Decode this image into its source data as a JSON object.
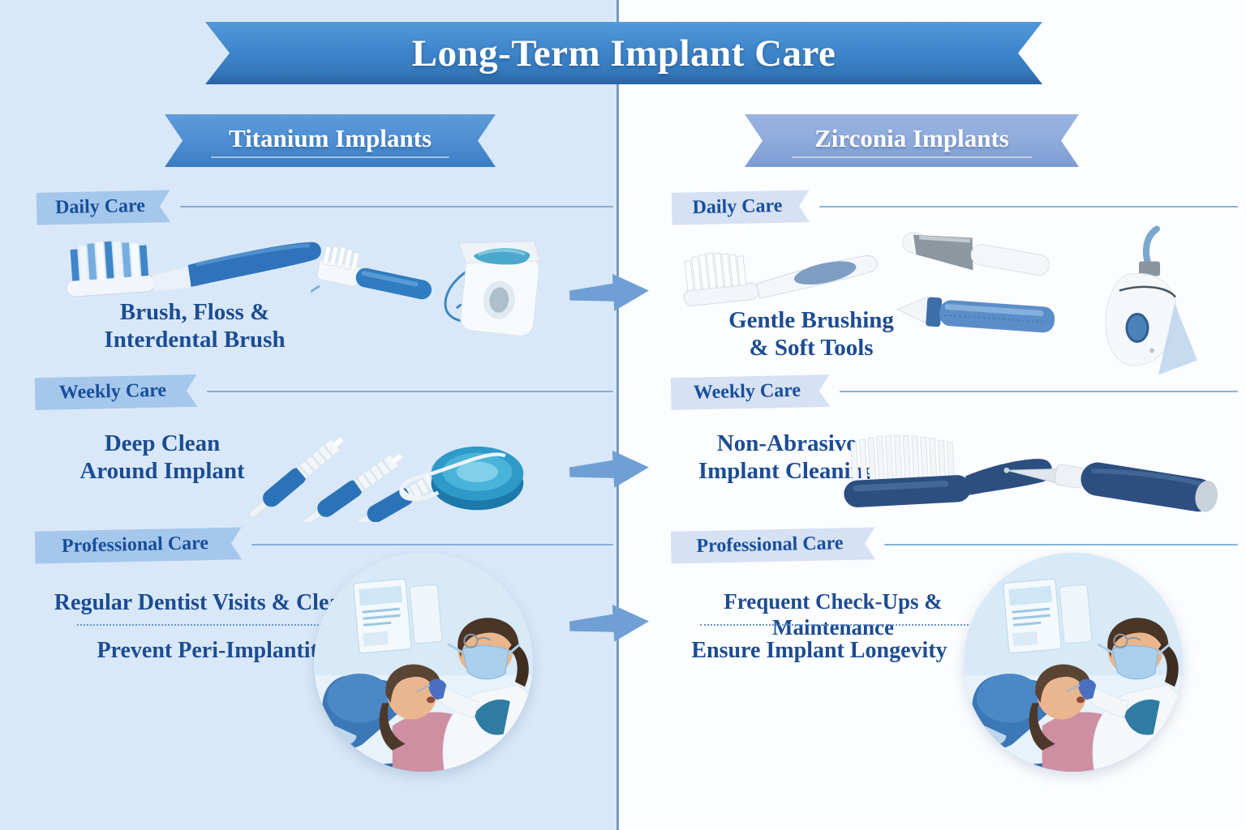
{
  "page": {
    "title": "Long-Term Implant Care"
  },
  "columns": {
    "left": {
      "title": "Titanium Implants",
      "sections": {
        "daily": {
          "tag": "Daily Care",
          "lines": [
            "Brush, Floss &",
            "Interdental Brush"
          ]
        },
        "weekly": {
          "tag": "Weekly Care",
          "lines": [
            "Deep Clean",
            "Around Implant"
          ]
        },
        "professional": {
          "tag": "Professional Care",
          "heading": "Regular Dentist Visits & Cleanings",
          "subheading": "Prevent Peri-Implantitis"
        }
      },
      "illustrations": [
        "toothbrush-icon",
        "interdental-brush-icon",
        "floss-dispenser-icon",
        "interdental-brush-set-icon",
        "floss-spool-icon",
        "dentist-visit-icon"
      ]
    },
    "right": {
      "title": "Zirconia Implants",
      "sections": {
        "daily": {
          "tag": "Daily Care",
          "lines": [
            "Gentle Brushing",
            "& Soft Tools"
          ]
        },
        "weekly": {
          "tag": "Weekly Care",
          "lines": [
            "Non-Abrasive",
            "Implant Cleaning"
          ]
        },
        "professional": {
          "tag": "Professional Care",
          "heading": "Frequent Check-Ups & Maintenance",
          "subheading": "Ensure Implant Longevity"
        }
      },
      "illustrations": [
        "soft-toothbrush-icon",
        "polishing-tool-icon",
        "implant-stick-icon",
        "water-flosser-icon",
        "denture-brush-icon",
        "probe-tool-icon",
        "dentist-visit-icon"
      ]
    }
  },
  "colors": {
    "bg_left": "#d9e8f8",
    "bg_right": "#fcfdff",
    "divider": "#4d7db2",
    "ribbon_blue": "#3f86cb",
    "ribbon_blue_dark": "#2f72b6",
    "banner_titanium": "#4e8ed2",
    "banner_zirconia": "#8fabdc",
    "tag_left": "#a6c7ec",
    "tag_right": "#d6e1f4",
    "tag_text": "#174f9a",
    "body_text": "#1c4c92",
    "arrow": "#6f9fd4",
    "rule": "#6f9dd0"
  }
}
